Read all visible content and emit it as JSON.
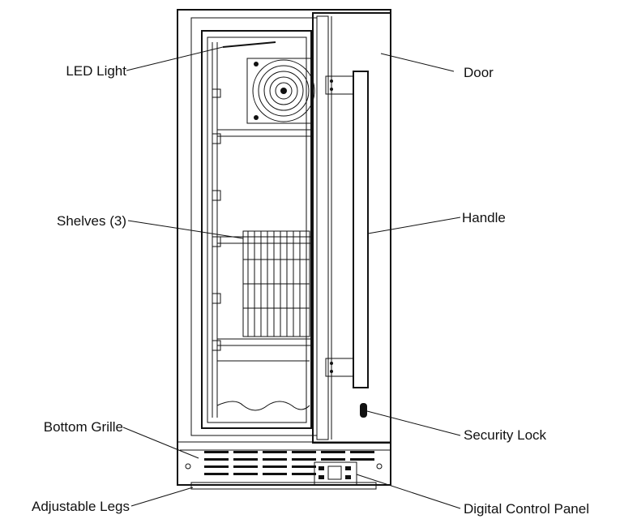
{
  "labels": {
    "led_light": "LED Light",
    "shelves": "Shelves (3)",
    "bottom_grille": "Bottom Grille",
    "adjustable_legs": "Adjustable Legs",
    "door": "Door",
    "handle": "Handle",
    "security_lock": "Security Lock",
    "digital_control_panel": "Digital Control Panel"
  }
}
